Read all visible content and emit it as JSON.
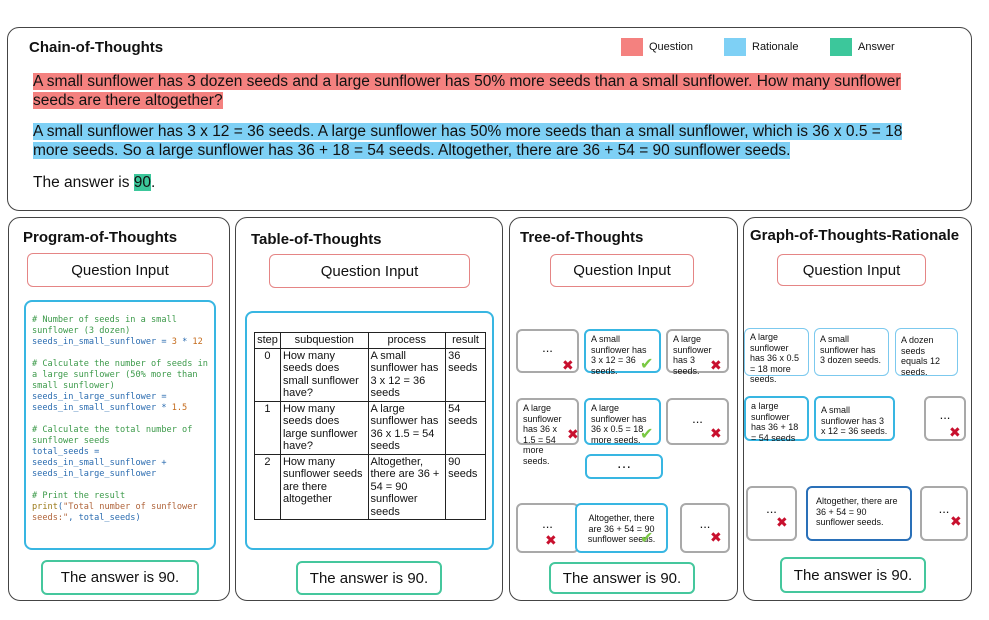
{
  "cot": {
    "title": "Chain-of-Thoughts",
    "legend": [
      {
        "label": "Question",
        "color": "#f4817f"
      },
      {
        "label": "Rationale",
        "color": "#7ed0f5"
      },
      {
        "label": "Answer",
        "color": "#3cc79b"
      }
    ],
    "question": "A small sunflower has 3 dozen seeds and a large sunflower has 50% more seeds than a small sunflower.  How many sunflower seeds are there altogether?",
    "rationale": "A small sunflower has 3 x 12 = 36 seeds. A large sunflower has 50% more seeds than a small sunflower, which is 36 x 0.5 = 18 more seeds. So a large sunflower has 36 + 18 = 54 seeds. Altogether, there are 36 + 54 = 90 sunflower seeds.",
    "answer_prefix": "The answer is ",
    "answer_value": "90",
    "answer_suffix": "."
  },
  "pot": {
    "title": "Program-of-Thoughts",
    "input": "Question Input",
    "answer": "The answer is 90."
  },
  "tot": {
    "title": "Table-of-Thoughts",
    "input": "Question Input",
    "headers": [
      "step",
      "subquestion",
      "process",
      "result"
    ],
    "rows": [
      {
        "step": "0",
        "subquestion": "How many seeds does small sunflower have?",
        "process": "A small sunflower has 3 x 12 = 36 seeds",
        "result": "36 seeds"
      },
      {
        "step": "1",
        "subquestion": "How many seeds does large sunflower have?",
        "process": "A large sunflower has 36 x 1.5 = 54 seeds",
        "result": "54 seeds"
      },
      {
        "step": "2",
        "subquestion": "How many sunflower seeds are there altogether",
        "process": "Altogether, there are 36 + 54 = 90 sunflower seeds",
        "result": "90 seeds"
      }
    ],
    "answer": "The answer is 90."
  },
  "tree": {
    "title": "Tree-of-Thoughts",
    "input": "Question Input",
    "ellipsis": "...",
    "ellipsis_mid": "…",
    "n1": "A small sunflower has 3 x 12 = 36 seeds.",
    "n2": "A large sunflower has 3 seeds.",
    "n3": "A large sunflower has 36 x 1.5 = 54 more seeds.",
    "n4": "A large sunflower has 36 x 0.5 = 18 more seeds.",
    "n5": "Altogether, there are 36 + 54 = 90 sunflower seeds.",
    "answer": "The answer is 90."
  },
  "graph": {
    "title": "Graph-of-Thoughts-Rationale",
    "input": "Question Input",
    "ellipsis": "...",
    "n1": "A large sunflower has 36 x 0.5 = 18 more seeds.",
    "n2": "A small sunflower has 3 dozen seeds.",
    "n3": "A dozen seeds equals 12 seeds.",
    "n4": "a large sunflower has 36 + 18 = 54 seeds",
    "n5": "A small sunflower has 3 x 12 = 36 seeds.",
    "n6": "Altogether, there are 36 + 54 = 90 sunflower seeds.",
    "answer": "The answer is 90."
  }
}
